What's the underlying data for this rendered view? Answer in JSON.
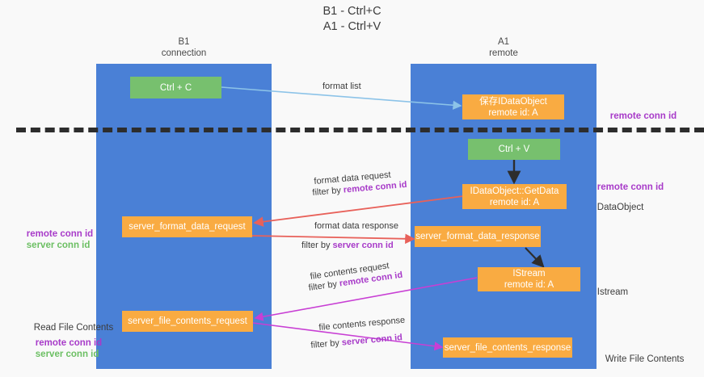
{
  "title": "B1 - Ctrl+C\nA1 - Ctrl+V",
  "columns": {
    "left": {
      "name": "B1",
      "role": "connection",
      "header": "B1\nconnection"
    },
    "right": {
      "name": "A1",
      "role": "remote",
      "header": "A1\nremote"
    }
  },
  "colors": {
    "column": "#4a80d6",
    "action_box": "#77c06e",
    "message_box": "#f9ab42",
    "remote_conn_id": "#a83bc9",
    "server_conn_id": "#6cbf63",
    "arrow_format_list": "#8cc3e8",
    "arrow_ctrl_v": "#2d2d2d",
    "arrow_format_data": "#e8615a",
    "arrow_file_contents": "#c83fd4",
    "divider": "#2d2d2d",
    "text": "#3c3c3c"
  },
  "boxes": {
    "ctrl_c": "Ctrl + C",
    "save_idataobject": "保存IDataObject\nremote id: A",
    "save_idataobject_line1": "保存IDataObject",
    "save_idataobject_line2": "remote id: A",
    "ctrl_v": "Ctrl + V",
    "getdata_line1": "IDataObject::GetData",
    "getdata_line2": "remote id: A",
    "server_format_data_request": "server_format_data_request",
    "server_format_data_response": "server_format_data_response",
    "istream_line1": "IStream",
    "istream_line2": "remote id: A",
    "server_file_contents_request": "server_file_contents_request",
    "server_file_contents_response": "server_file_contents_response"
  },
  "edge_labels": {
    "format_list": "format list",
    "format_data_request": "format data request",
    "format_data_request_filter_prefix": "filter by ",
    "format_data_request_filter_key": "remote conn id",
    "format_data_response": "format data response",
    "format_data_response_filter_prefix": "filter by ",
    "format_data_response_filter_key": "server conn id",
    "file_contents_request": "file contents request",
    "file_contents_request_filter_prefix": "filter by ",
    "file_contents_request_filter_key": "remote conn id",
    "file_contents_response": "file contents response",
    "file_contents_response_filter_prefix": "filter by ",
    "file_contents_response_filter_key": "server conn id"
  },
  "side_labels": {
    "right_top_remote_conn_id": "remote conn id",
    "right_mid_remote_conn_id": "remote conn id",
    "right_dataobject": "DataObject",
    "right_istream": "Istream",
    "right_write_file_contents": "Write File Contents",
    "left_remote_conn_id_1": "remote conn id",
    "left_server_conn_id_1": "server conn id",
    "left_read_file_contents": "Read File Contents",
    "left_remote_conn_id_2": "remote conn id",
    "left_server_conn_id_2": "server conn id"
  }
}
